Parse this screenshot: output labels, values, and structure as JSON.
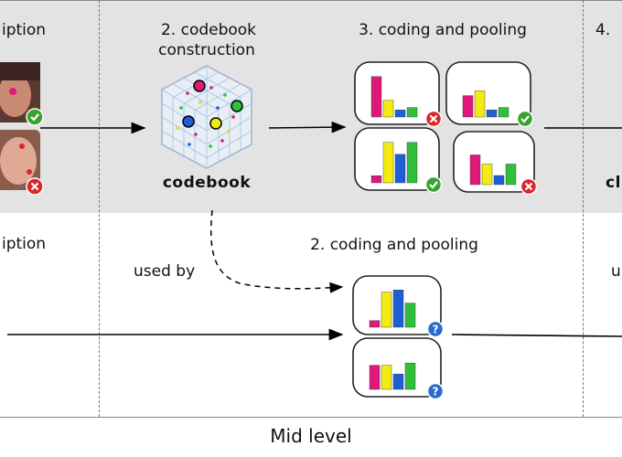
{
  "top": {
    "stage1_label": "iption",
    "stage2_label_line1": "2. codebook",
    "stage2_label_line2": "construction",
    "stage2_caption": "codebook",
    "stage3_label": "3. coding and pooling",
    "stage4_label": "4.",
    "stage4_caption": "cl"
  },
  "bottom": {
    "stage1_label": "iption",
    "used_by_left": "used by",
    "stage2_label": "2. coding and pooling",
    "used_by_right": "u"
  },
  "footer": {
    "level_label": "Mid level"
  },
  "colors": {
    "magenta": "#e0187a",
    "yellow": "#f2ec14",
    "blue": "#1f5fd6",
    "green": "#2fbf3a",
    "check_badge": "#3aa32e",
    "cross_badge": "#d8282a",
    "question_badge": "#2a6ad0"
  },
  "histograms": [
    {
      "id": "top-a",
      "bars": [
        0.85,
        0.35,
        0.15,
        0.2
      ],
      "badge": "cross"
    },
    {
      "id": "top-b",
      "bars": [
        0.45,
        0.55,
        0.15,
        0.2
      ],
      "badge": "check"
    },
    {
      "id": "top-c",
      "bars": [
        0.15,
        0.85,
        0.6,
        0.85
      ],
      "badge": "check"
    },
    {
      "id": "top-d",
      "bars": [
        0.65,
        0.45,
        0.2,
        0.45
      ],
      "badge": "cross"
    },
    {
      "id": "bottom-a",
      "bars": [
        0.15,
        0.8,
        0.85,
        0.55
      ],
      "badge": "question"
    },
    {
      "id": "bottom-b",
      "bars": [
        0.55,
        0.55,
        0.35,
        0.6
      ],
      "badge": "question"
    }
  ],
  "icons": {
    "check": "check-icon",
    "cross": "cross-icon",
    "question": "question-icon"
  }
}
